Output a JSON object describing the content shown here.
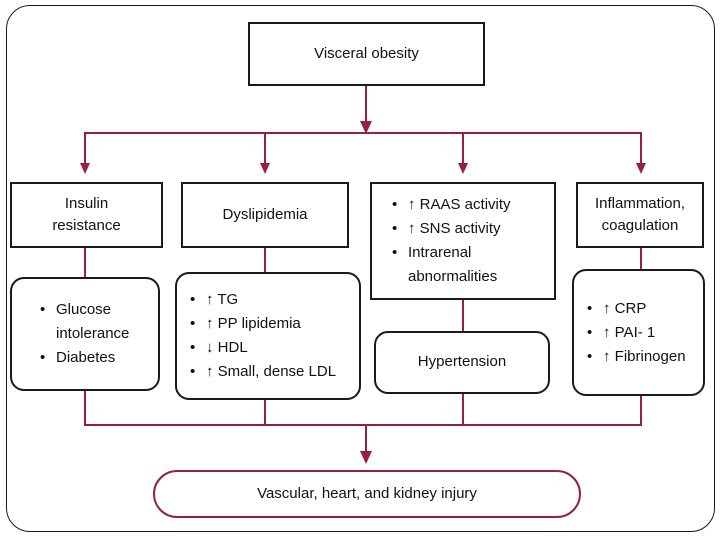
{
  "colors": {
    "line": "#96203d",
    "box_border": "#1a1a1a",
    "background": "#ffffff"
  },
  "top_box": {
    "label": "Visceral obesity"
  },
  "row1": {
    "insulin": {
      "label": "Insulin\nresistance"
    },
    "dyslipidemia": {
      "label": "Dyslipidemia"
    },
    "raas": {
      "items": [
        {
          "bullet": "•",
          "text": "↑ RAAS activity"
        },
        {
          "bullet": "•",
          "text": "↑ SNS activity"
        },
        {
          "bullet": "•",
          "text": "Intrarenal abnormalities"
        }
      ]
    },
    "inflammation": {
      "label": "Inflammation,\ncoagulation"
    }
  },
  "row2": {
    "glucose": {
      "items": [
        {
          "bullet": "•",
          "text": "Glucose intolerance"
        },
        {
          "bullet": "•",
          "text": "Diabetes"
        }
      ]
    },
    "lipids": {
      "items": [
        {
          "bullet": "•",
          "text": "↑ TG"
        },
        {
          "bullet": "•",
          "text": "↑ PP lipidemia"
        },
        {
          "bullet": "•",
          "text": "↓ HDL"
        },
        {
          "bullet": "•",
          "text": "↑ Small, dense LDL"
        }
      ]
    },
    "hypertension": {
      "label": "Hypertension"
    },
    "markers": {
      "items": [
        {
          "bullet": "•",
          "text": "↑ CRP"
        },
        {
          "bullet": "•",
          "text": "↑ PAI- 1"
        },
        {
          "bullet": "•",
          "text": "↑ Fibrinogen"
        }
      ]
    }
  },
  "bottom_box": {
    "label": "Vascular, heart, and kidney injury"
  }
}
